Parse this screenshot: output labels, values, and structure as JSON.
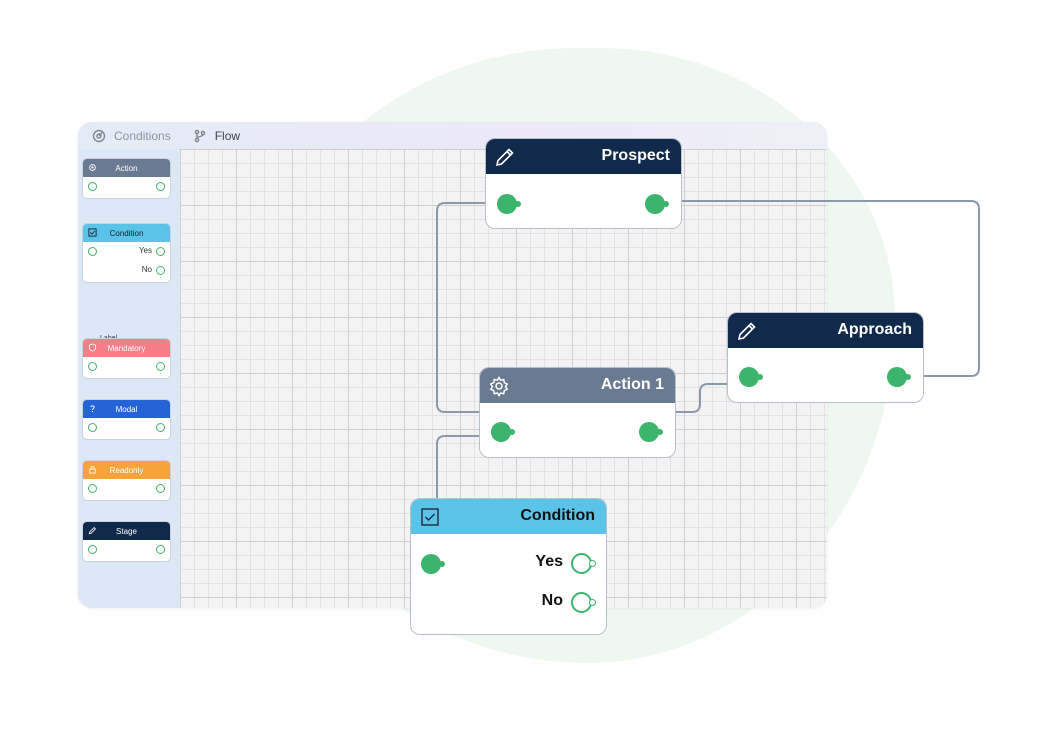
{
  "topbar": {
    "tabs": [
      {
        "label": "Conditions",
        "icon": "target-icon"
      },
      {
        "label": "Flow",
        "icon": "git-branch-icon"
      }
    ]
  },
  "palette": {
    "items": [
      {
        "label": "Action",
        "color": "#697b90",
        "icon": "gear-icon"
      },
      {
        "label": "Condition",
        "color": "#5bc3e7",
        "icon": "checkbox-icon",
        "outputs": [
          "Yes",
          "No"
        ]
      },
      {
        "label": "Label"
      },
      {
        "label": "Mandatory",
        "color": "#f47f88",
        "icon": "shield-icon"
      },
      {
        "label": "Modal",
        "color": "#2563d9",
        "icon": "question-icon"
      },
      {
        "label": "Readonly",
        "color": "#f7a33a",
        "icon": "lock-icon"
      },
      {
        "label": "Stage",
        "color": "#112a4b",
        "icon": "pencil-icon"
      }
    ]
  },
  "nodes": {
    "prospect": {
      "title": "Prospect",
      "icon": "pencil-icon"
    },
    "approach": {
      "title": "Approach",
      "icon": "pencil-icon"
    },
    "action1": {
      "title": "Action 1",
      "icon": "gear-icon"
    },
    "condition": {
      "title": "Condition",
      "icon": "checkbox-icon",
      "outputs": [
        "Yes",
        "No"
      ]
    }
  },
  "colors": {
    "port": "#3cb46d",
    "dark_header": "#112a4b",
    "action_header": "#697b90",
    "condition_header": "#5bc3e7",
    "wire": "#8a99ab"
  }
}
